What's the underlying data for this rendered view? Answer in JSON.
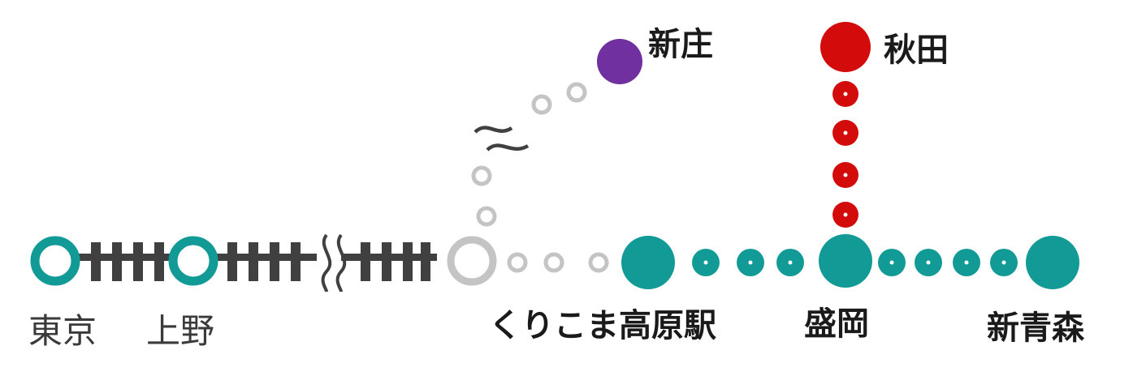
{
  "stations": {
    "tokyo": "東京",
    "ueno": "上野",
    "kurikoma": "くりこま高原駅",
    "morioka": "盛岡",
    "shin_aomori": "新青森",
    "shinjo": "新庄",
    "akita": "秋田"
  },
  "colors": {
    "tohoku": "#129a96",
    "akita": "#d40b0b",
    "yamagata": "#7030a0",
    "gray": "#c4c4c4",
    "track": "#404040"
  }
}
